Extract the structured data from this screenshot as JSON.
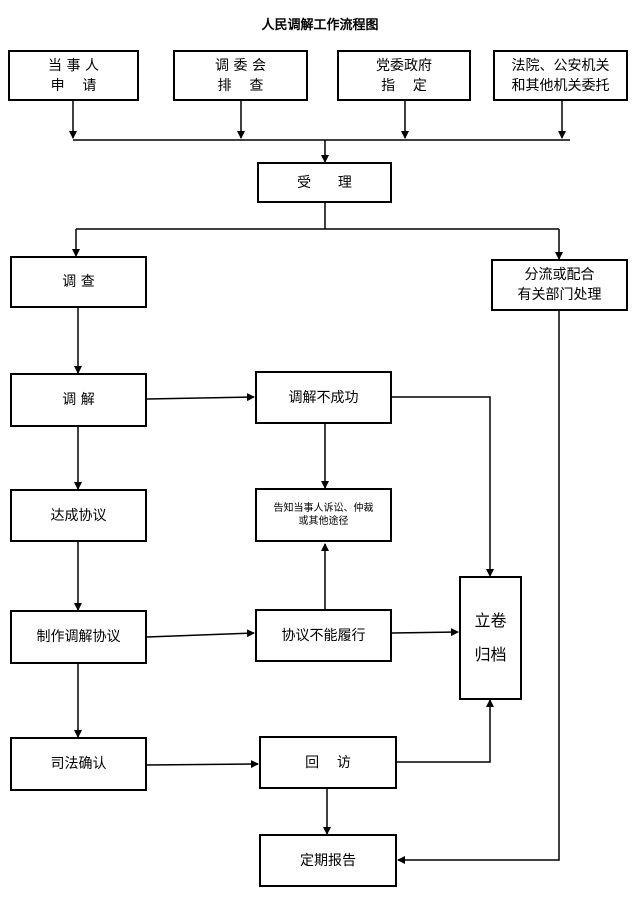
{
  "title": "人民调解工作流程图",
  "nodes": {
    "applicant": "当 事 人\n申    请",
    "committee_check": "调 委 会\n排    查",
    "party_assign": "党委政府\n指    定",
    "court_police": "法院、公安机关\n和其他机关委托",
    "accept": "受      理",
    "investigate": "调 查",
    "divert": "分流或配合\n有关部门处理",
    "mediate": "调 解",
    "mediation_failed": "调解不成功",
    "agreement_reached": "达成协议",
    "notify_litigation": "告知当事人诉讼、仲裁\n或其他途径",
    "draft_agreement": "制作调解协议",
    "agreement_not_fulfilled": "协议不能履行",
    "archive": "立卷\n归档",
    "judicial_confirm": "司法确认",
    "revisit": "回    访",
    "periodic_report": "定期报告"
  }
}
